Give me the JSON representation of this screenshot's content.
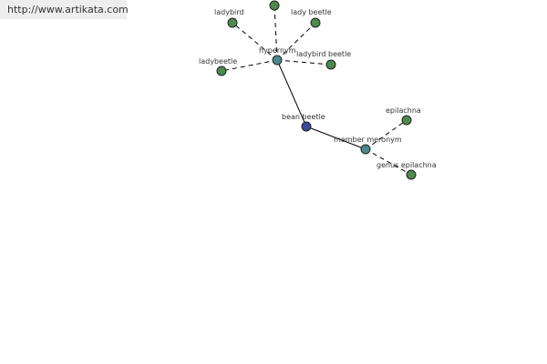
{
  "header": {
    "url": "http://www.artikata.com"
  },
  "colors": {
    "leaf": "#4e8a4e",
    "relation": "#4a8a8a",
    "center": "#3a4a9a"
  },
  "graph": {
    "center": {
      "label": "bean beetle"
    },
    "relations": [
      {
        "label": "hypernym"
      },
      {
        "label": "member meronym"
      }
    ],
    "leaves": [
      {
        "label": "ladybird"
      },
      {
        "label": "lady beetle"
      },
      {
        "label": "ladybird beetle"
      },
      {
        "label": "ladybeetle"
      },
      {
        "label": "epilachna"
      },
      {
        "label": "genus epilachna"
      }
    ]
  }
}
